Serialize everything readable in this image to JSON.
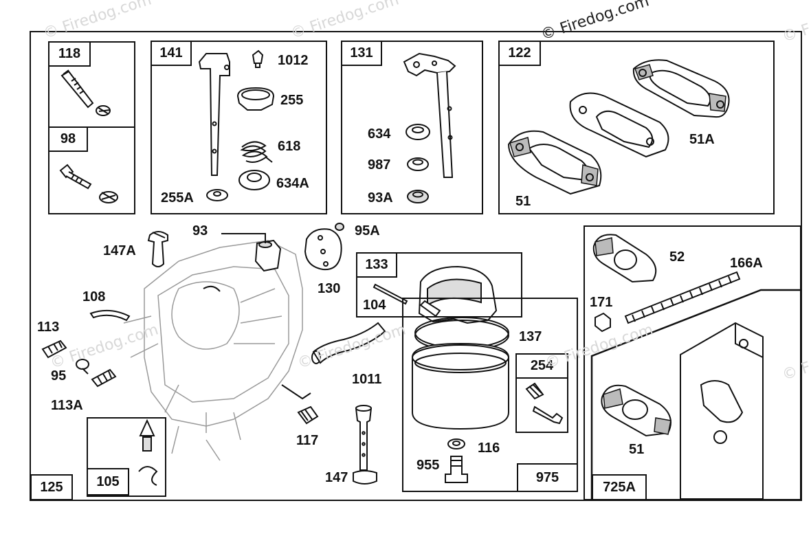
{
  "watermarks": {
    "copyright": "© Firedog.com",
    "faint": "© Firedog.com",
    "faint_short": "© F"
  },
  "frames": {
    "f118": "118",
    "f98": "98",
    "f141": "141",
    "f131": "131",
    "f122": "122",
    "f133": "133",
    "f254": "254",
    "f105": "105",
    "f125": "125",
    "f975": "975",
    "f725A": "725A"
  },
  "parts": {
    "p1012": "1012",
    "p255": "255",
    "p618": "618",
    "p634A": "634A",
    "p255A": "255A",
    "p634": "634",
    "p987": "987",
    "p93A": "93A",
    "p51A": "51A",
    "p51_top": "51",
    "p93": "93",
    "p95A": "95A",
    "p147A": "147A",
    "p130": "130",
    "p108": "108",
    "p113": "113",
    "p95": "95",
    "p113A": "113A",
    "p104": "104",
    "p137": "137",
    "p1011": "1011",
    "p117": "117",
    "p116": "116",
    "p955": "955",
    "p147": "147",
    "p52": "52",
    "p166A": "166A",
    "p171": "171",
    "p51_bottom": "51"
  }
}
